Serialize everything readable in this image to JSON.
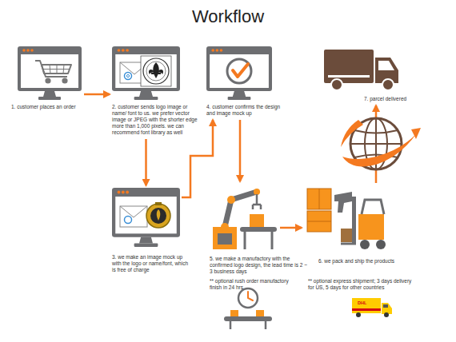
{
  "diagram": {
    "title": "Workflow",
    "nodes": [
      {
        "text": [
          "1. customer places an order"
        ]
      },
      {
        "text": [
          "2. customer sends logo image or name/ font to us. we prefer vector image or JPEG with the shorter edge more than 1,000 pixels. we can recommend font library as well"
        ]
      },
      {
        "text": [
          "3. we make an image mock up with the logo or name/font, which is free of charge"
        ]
      },
      {
        "text": [
          "4. customer confirms the design and image mock up"
        ]
      },
      {
        "text": [
          "5. we make a manufactory with the confirmed logo design, the lead time is 2 ~ 3 business days"
        ]
      },
      {
        "text": [
          "6. we pack and ship the products"
        ]
      },
      {
        "text": [
          "7. parcel delivered"
        ]
      }
    ],
    "edges": [
      {
        "from": 0,
        "to": 1,
        "arrow": "to"
      },
      {
        "from": 1,
        "to": 2,
        "arrow": "to"
      },
      {
        "from": 2,
        "to": 3,
        "arrow": "to"
      },
      {
        "from": 3,
        "to": 4,
        "arrow": "to"
      },
      {
        "from": 4,
        "to": 5,
        "arrow": "to"
      },
      {
        "from": 5,
        "to": 6,
        "arrow": "to"
      }
    ],
    "labels": [
      "** optional rush order manufactory finish in 24 hrs",
      "** optional express shipment; 3 days delivery for US, 5 days for other countries",
      "DHL"
    ]
  }
}
